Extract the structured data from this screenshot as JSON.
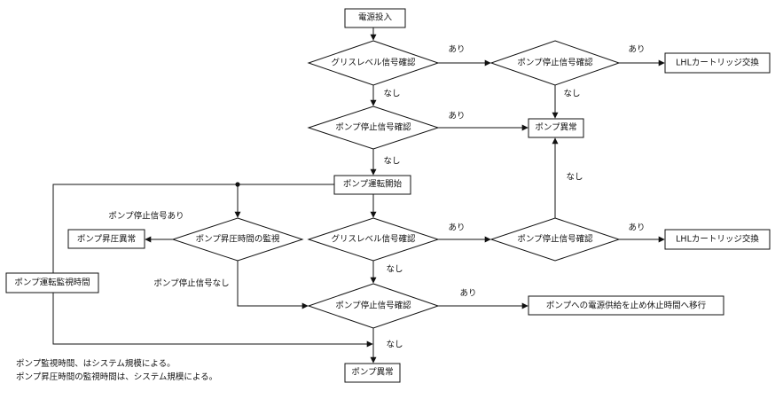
{
  "nodes": {
    "power_on": "電源投入",
    "grease_check_1": "グリスレベル信号確認",
    "pump_stop_check_1": "ポンプ停止信号確認",
    "cartridge_1": "LHLカートリッジ交換",
    "pump_stop_check_2": "ポンプ停止信号確認",
    "pump_error_1": "ポンプ異常",
    "pump_run_start": "ポンプ運転開始",
    "pressure_monitor": "ポンプ昇圧時間の監視",
    "pressure_error": "ポンプ昇圧異常",
    "grease_check_2": "グリスレベル信号確認",
    "pump_stop_check_3": "ポンプ停止信号確認",
    "cartridge_2": "LHLカートリッジ交換",
    "run_monitor_time": "ポンプ運転監視時間",
    "pump_stop_check_4": "ポンプ停止信号確認",
    "pause_transition": "ポンプへの電源供給を止め休止時間へ移行",
    "pump_error_2": "ポンプ異常"
  },
  "labels": {
    "yes": "あり",
    "no": "なし",
    "stop_signal_yes": "ポンプ停止信号あり",
    "stop_signal_no": "ポンプ停止信号なし"
  },
  "notes": {
    "line1": "ポンプ監視時間、はシステム規模による。",
    "line2": "ポンプ昇圧時間の監視時間は、システム規模による。"
  }
}
